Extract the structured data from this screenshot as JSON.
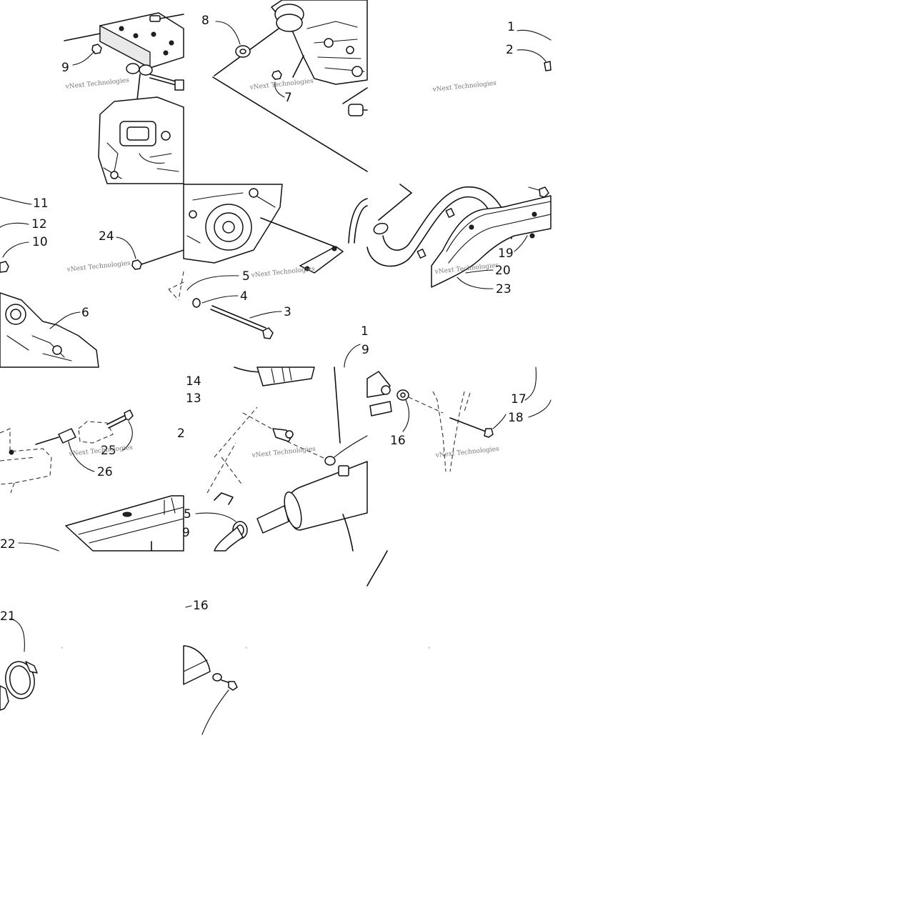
{
  "diagram": {
    "watermark_text": "vNext Technologies",
    "callouts": {
      "c8": "8",
      "c9a": "9",
      "c1a": "1",
      "c2a": "2",
      "c7": "7",
      "c11": "11",
      "c12": "12",
      "c10": "10",
      "c24": "24",
      "c6": "6",
      "c5a": "5",
      "c4": "4",
      "c3": "3",
      "c19": "19",
      "c20": "20",
      "c23": "23",
      "c1b": "1",
      "c9b": "9",
      "c14": "14",
      "c13": "13",
      "c2b": "2",
      "c25": "25",
      "c26": "26",
      "c22": "22",
      "c5b": "5",
      "c9c": "9",
      "c16a": "16",
      "c17": "17",
      "c18": "18",
      "c21": "21",
      "c16b": "16"
    }
  }
}
